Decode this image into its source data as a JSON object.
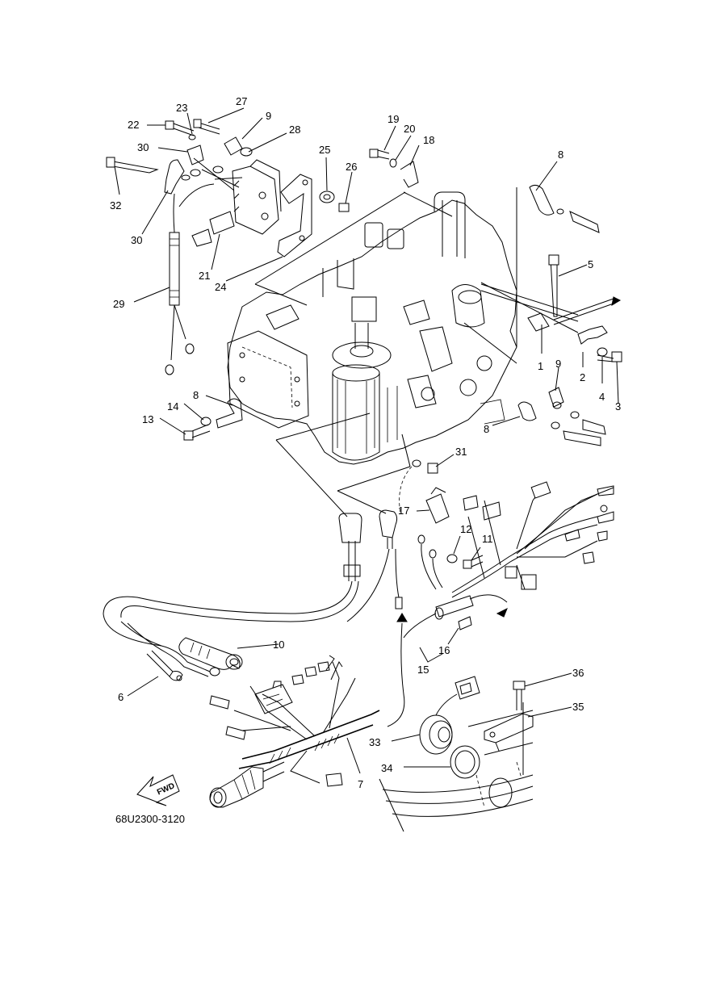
{
  "diagram": {
    "callouts": [
      {
        "id": "c1",
        "label": "1"
      },
      {
        "id": "c2",
        "label": "2"
      },
      {
        "id": "c3",
        "label": "3"
      },
      {
        "id": "c4",
        "label": "4"
      },
      {
        "id": "c5",
        "label": "5"
      },
      {
        "id": "c6",
        "label": "6"
      },
      {
        "id": "c7",
        "label": "7"
      },
      {
        "id": "c8a",
        "label": "8"
      },
      {
        "id": "c8b",
        "label": "8"
      },
      {
        "id": "c8c",
        "label": "8"
      },
      {
        "id": "c9a",
        "label": "9"
      },
      {
        "id": "c9b",
        "label": "9"
      },
      {
        "id": "c10",
        "label": "10"
      },
      {
        "id": "c11",
        "label": "11"
      },
      {
        "id": "c12",
        "label": "12"
      },
      {
        "id": "c13",
        "label": "13"
      },
      {
        "id": "c14",
        "label": "14"
      },
      {
        "id": "c15",
        "label": "15"
      },
      {
        "id": "c16",
        "label": "16"
      },
      {
        "id": "c17",
        "label": "17"
      },
      {
        "id": "c18",
        "label": "18"
      },
      {
        "id": "c19",
        "label": "19"
      },
      {
        "id": "c20",
        "label": "20"
      },
      {
        "id": "c21",
        "label": "21"
      },
      {
        "id": "c22",
        "label": "22"
      },
      {
        "id": "c23",
        "label": "23"
      },
      {
        "id": "c24",
        "label": "24"
      },
      {
        "id": "c25",
        "label": "25"
      },
      {
        "id": "c26",
        "label": "26"
      },
      {
        "id": "c27",
        "label": "27"
      },
      {
        "id": "c28",
        "label": "28"
      },
      {
        "id": "c29",
        "label": "29"
      },
      {
        "id": "c30a",
        "label": "30"
      },
      {
        "id": "c30b",
        "label": "30"
      },
      {
        "id": "c31",
        "label": "31"
      },
      {
        "id": "c32",
        "label": "32"
      },
      {
        "id": "c33",
        "label": "33"
      },
      {
        "id": "c34",
        "label": "34"
      },
      {
        "id": "c35",
        "label": "35"
      },
      {
        "id": "c36",
        "label": "36"
      }
    ],
    "fwd_label": "FWD",
    "drawing_code": "68U2300-3120"
  }
}
